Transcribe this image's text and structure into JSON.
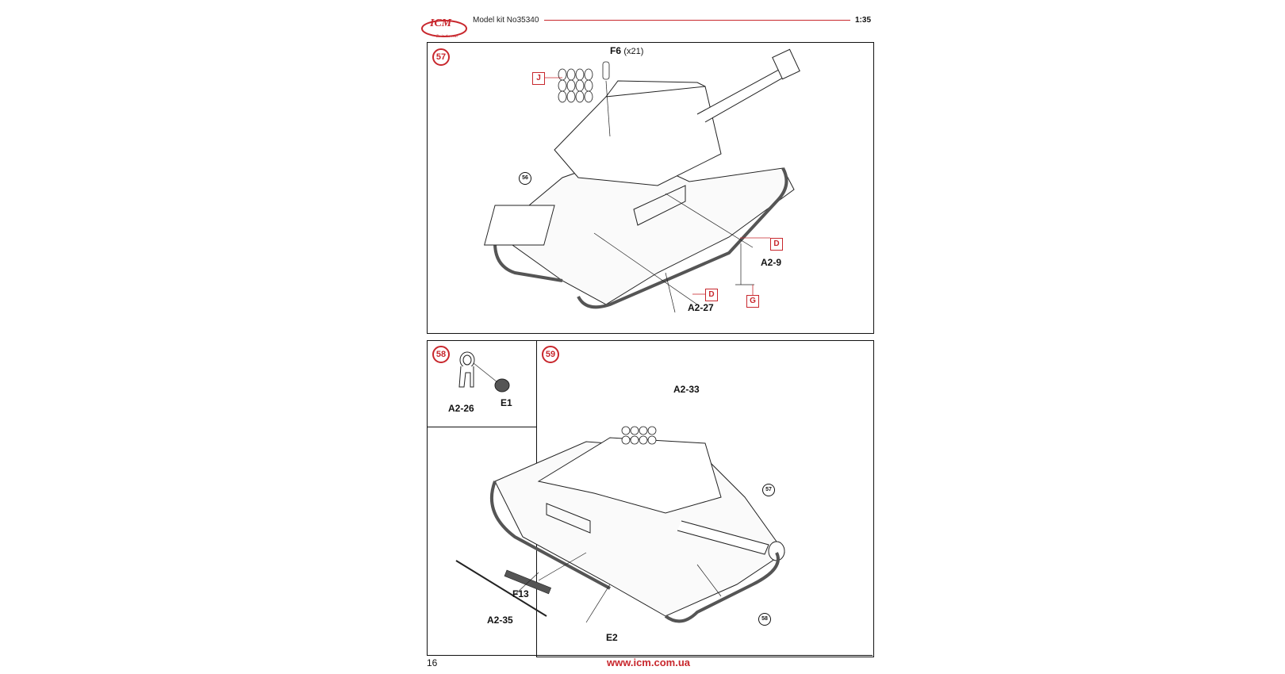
{
  "header": {
    "brand_logo": "ICM",
    "brand_tagline": "Be in the real",
    "model_kit": "Model kit No35340",
    "scale": "1:35"
  },
  "steps": [
    {
      "number": "57",
      "ref_step": "56",
      "labels": {
        "f6_part": "F6",
        "f6_qty": "(x21)",
        "a2_9": "A2-9",
        "a2_27": "A2-27"
      },
      "tags": {
        "j": "J",
        "d1": "D",
        "d2": "D",
        "g": "G"
      }
    },
    {
      "number": "58",
      "labels": {
        "a2_26": "A2-26",
        "e1": "E1"
      }
    },
    {
      "number": "59",
      "ref_step_a": "57",
      "ref_step_b": "58",
      "labels": {
        "a2_33": "A2-33",
        "f13": "F13",
        "a2_35": "A2-35",
        "e2": "E2"
      }
    }
  ],
  "footer": {
    "page_number": "16",
    "url": "www.icm.com.ua"
  },
  "colors": {
    "accent": "#c8272d",
    "line": "#111111"
  }
}
